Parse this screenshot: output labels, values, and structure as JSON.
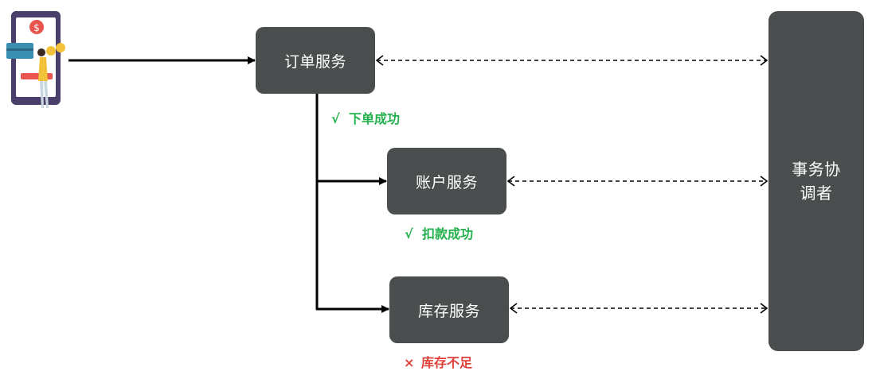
{
  "nodes": {
    "order_service": "订单服务",
    "account_service": "账户服务",
    "stock_service": "库存服务",
    "coordinator": {
      "lines": [
        "事务协",
        "调者"
      ]
    }
  },
  "status": {
    "order": {
      "mark": "√",
      "text": "下单成功",
      "color": "#22b14c"
    },
    "account": {
      "mark": "√",
      "text": "扣款成功",
      "color": "#22b14c"
    },
    "stock": {
      "mark": "×",
      "text": "库存不足",
      "color": "#e0403a"
    }
  },
  "icons": {
    "user": "mobile-payment-user-icon"
  },
  "colors": {
    "box": "#4a4e4f",
    "box_text": "#ffffff",
    "success": "#22b14c",
    "failure": "#e0403a",
    "arrow": "#000000"
  }
}
